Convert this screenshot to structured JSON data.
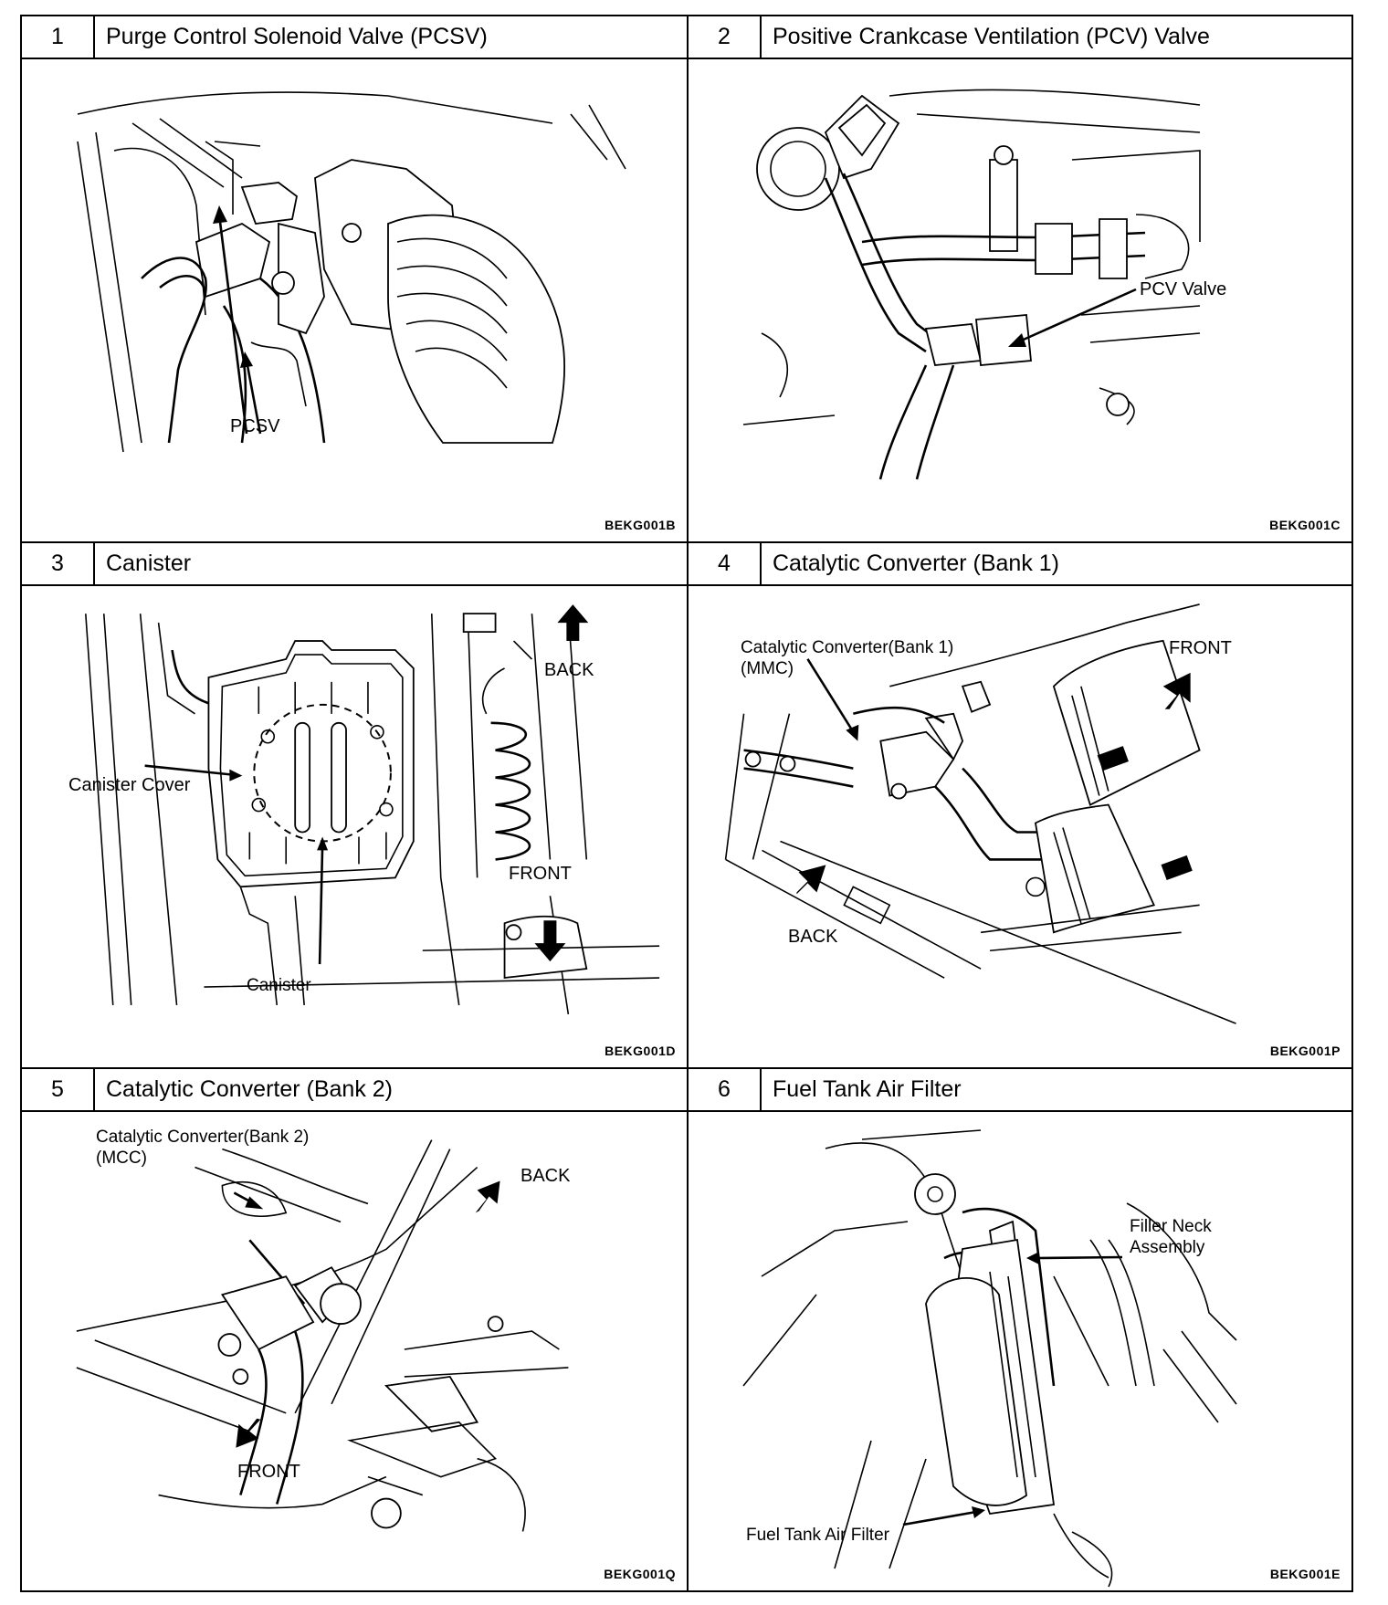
{
  "panels": [
    {
      "number": "1",
      "title": "Purge Control Solenoid Valve (PCSV)",
      "figure_code": "BEKG001B",
      "labels": [
        "PCSV"
      ]
    },
    {
      "number": "2",
      "title": "Positive Crankcase Ventilation (PCV) Valve",
      "figure_code": "BEKG001C",
      "labels": [
        "PCV Valve"
      ]
    },
    {
      "number": "3",
      "title": "Canister",
      "figure_code": "BEKG001D",
      "labels": [
        "Canister Cover",
        "Canister",
        "BACK",
        "FRONT"
      ]
    },
    {
      "number": "4",
      "title": "Catalytic Converter (Bank 1)",
      "figure_code": "BEKG001P",
      "labels": [
        "Catalytic Converter(Bank 1)",
        "(MMC)",
        "FRONT",
        "BACK"
      ]
    },
    {
      "number": "5",
      "title": "Catalytic Converter (Bank 2)",
      "figure_code": "BEKG001Q",
      "labels": [
        "Catalytic Converter(Bank 2)",
        "(MCC)",
        "BACK",
        "FRONT"
      ]
    },
    {
      "number": "6",
      "title": "Fuel Tank Air Filter",
      "figure_code": "BEKG001E",
      "labels": [
        "Filler Neck",
        "Assembly",
        "Fuel Tank Air Filter"
      ]
    }
  ],
  "icons": {
    "arrow_direction": "arrow-icon",
    "leader_line": "leader-line"
  }
}
